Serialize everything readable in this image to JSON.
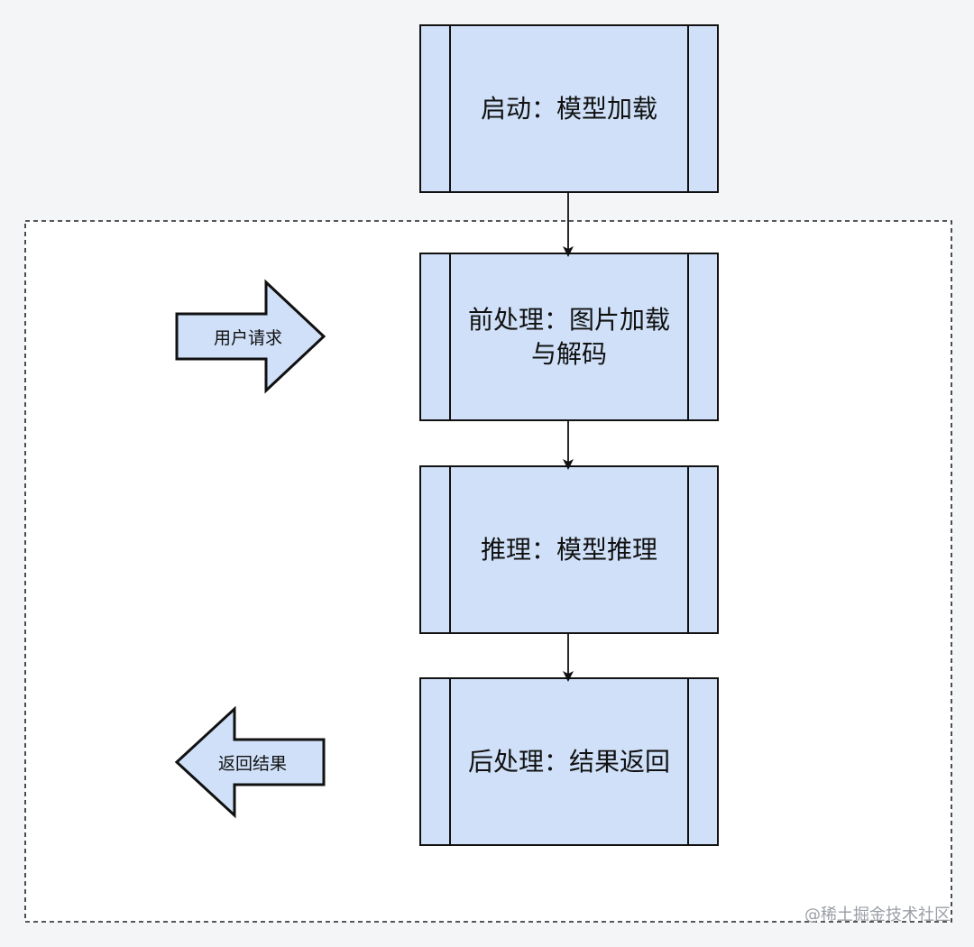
{
  "diagram": {
    "steps": [
      {
        "id": "startup",
        "label": "启动：模型加载"
      },
      {
        "id": "preprocess",
        "label": "前处理：图片加载与解码"
      },
      {
        "id": "inference",
        "label": "推理：模型推理"
      },
      {
        "id": "postprocess",
        "label": "后处理：结果返回"
      }
    ],
    "inputs": {
      "request": "用户请求",
      "response": "返回结果"
    },
    "colors": {
      "box_fill": "#cfe0f8",
      "stroke": "#111111",
      "container_border": "#222222",
      "background": "#f4f5f7",
      "panel": "#ffffff"
    }
  },
  "watermark": "@稀土掘金技术社区"
}
